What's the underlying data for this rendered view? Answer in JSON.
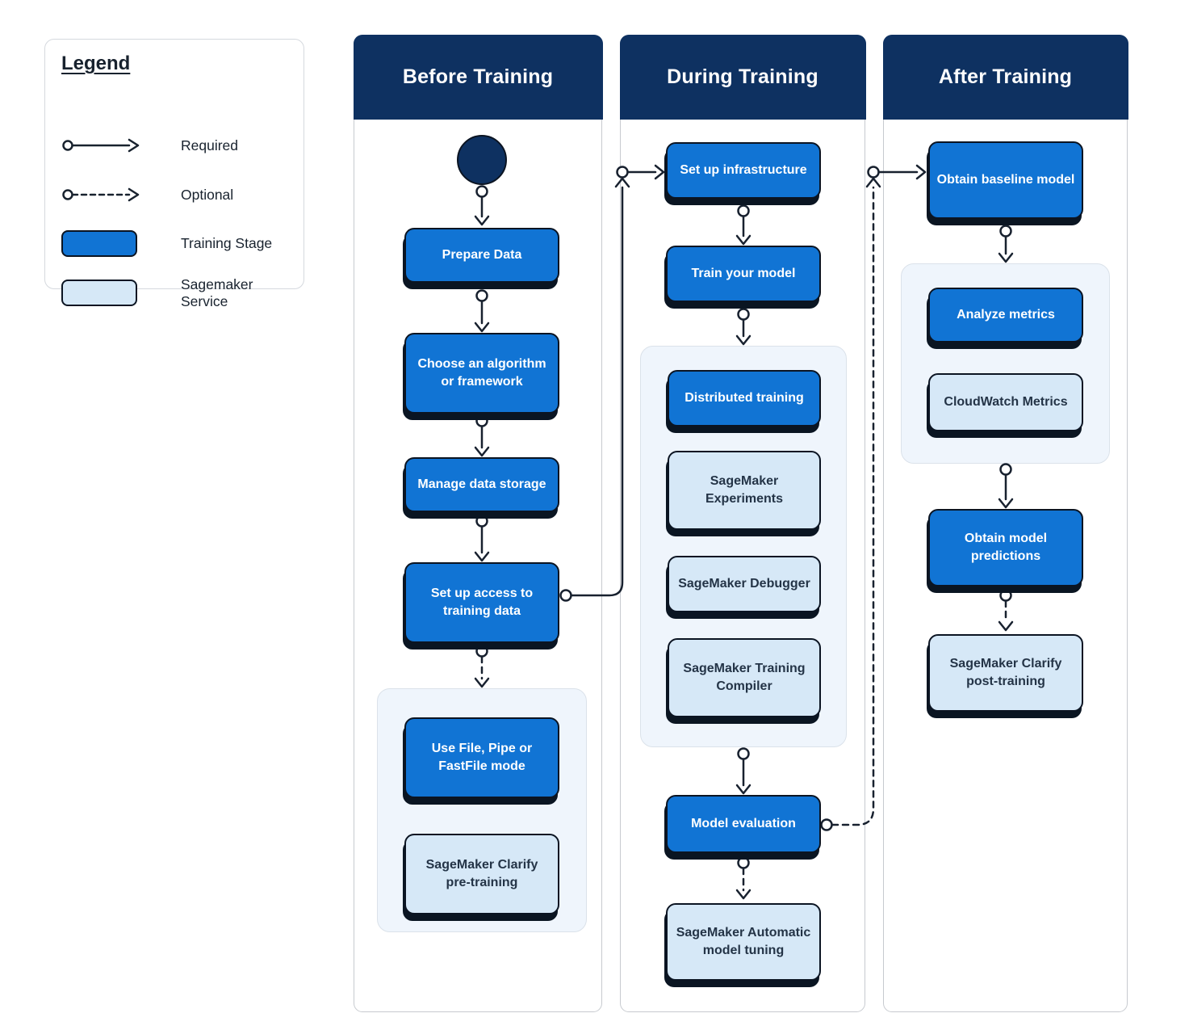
{
  "colors": {
    "header_navy": "#0e3161",
    "stage_blue": "#1174d4",
    "service_light_blue": "#d6e8f7",
    "group_background": "#eff5fc",
    "connector_dark": "#18212f",
    "shadow_navy": "#0a1522",
    "stage_text": "#ffffff",
    "service_text": "#243447"
  },
  "legend": {
    "title": "Legend",
    "items": [
      {
        "id": "required",
        "label": "Required"
      },
      {
        "id": "optional",
        "label": "Optional"
      },
      {
        "id": "training_stage",
        "label": "Training Stage"
      },
      {
        "id": "sagemaker_service",
        "label": "Sagemaker Service"
      }
    ]
  },
  "columns": {
    "before": {
      "title": "Before Training"
    },
    "during": {
      "title": "During Training"
    },
    "after": {
      "title": "After Training"
    }
  },
  "nodes": {
    "prepare_data": {
      "label": "Prepare Data",
      "type": "stage"
    },
    "choose_algorithm": {
      "label": "Choose an algorithm or framework",
      "type": "stage"
    },
    "manage_storage": {
      "label": "Manage data storage",
      "type": "stage"
    },
    "setup_access": {
      "label": "Set up access to training data",
      "type": "stage"
    },
    "use_file_mode": {
      "label": "Use File, Pipe or FastFile mode",
      "type": "stage"
    },
    "clarify_pre": {
      "label": "SageMaker Clarify pre-training",
      "type": "service"
    },
    "setup_infrastructure": {
      "label": "Set up infrastructure",
      "type": "stage"
    },
    "train_model": {
      "label": "Train your model",
      "type": "stage"
    },
    "distributed_training": {
      "label": "Distributed training",
      "type": "stage"
    },
    "experiments": {
      "label": "SageMaker Experiments",
      "type": "service"
    },
    "debugger": {
      "label": "SageMaker Debugger",
      "type": "service"
    },
    "training_compiler": {
      "label": "SageMaker Training Compiler",
      "type": "service"
    },
    "model_evaluation": {
      "label": "Model evaluation",
      "type": "stage"
    },
    "auto_tuning": {
      "label": "SageMaker Automatic model tuning",
      "type": "service"
    },
    "obtain_baseline": {
      "label": "Obtain baseline model",
      "type": "stage"
    },
    "analyze_metrics": {
      "label": "Analyze metrics",
      "type": "stage"
    },
    "cloudwatch_metrics": {
      "label": "CloudWatch Metrics",
      "type": "service"
    },
    "obtain_predictions": {
      "label": "Obtain model predictions",
      "type": "stage"
    },
    "clarify_post": {
      "label": "SageMaker Clarify post-training",
      "type": "service"
    }
  }
}
